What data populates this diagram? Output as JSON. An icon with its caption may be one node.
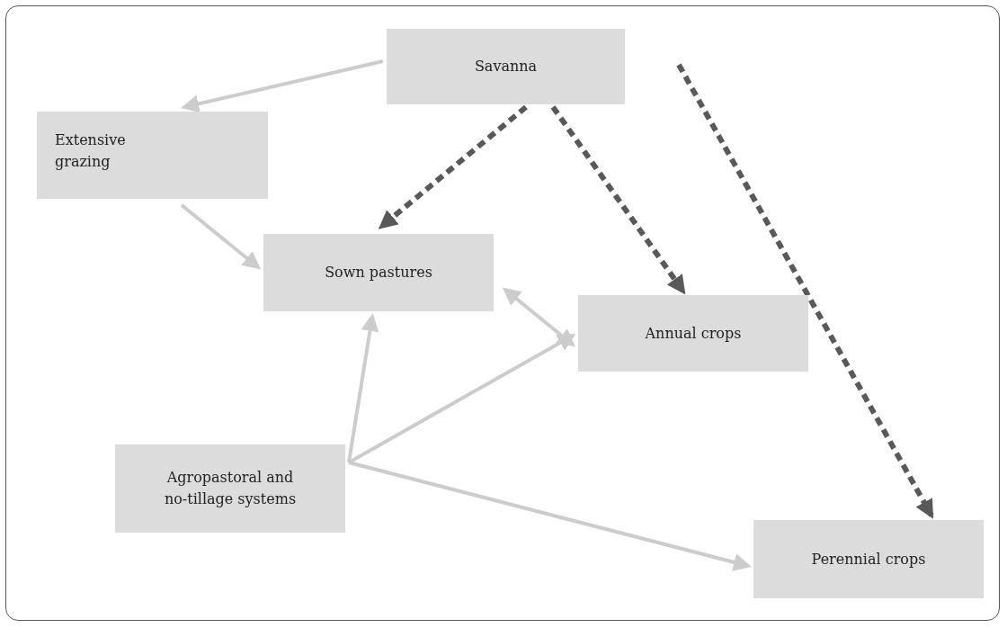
{
  "diagram": {
    "nodes": [
      {
        "text": [
          "Savanna"
        ]
      },
      {
        "text": [
          "Extensive grazing"
        ]
      },
      {
        "text": [
          "Sown pastures"
        ]
      },
      {
        "text": [
          "Annual crops"
        ]
      },
      {
        "text": [
          "Agropastoral and no-tillage systems"
        ]
      },
      {
        "text": [
          "Perennial crops"
        ]
      }
    ],
    "edges": [
      {
        "from": 0,
        "to": 1,
        "arrow": "to"
      },
      {
        "from": 0,
        "to": 2,
        "arrow": "to",
        "style": "dashed",
        "color": "#595959"
      },
      {
        "from": 0,
        "to": 3,
        "arrow": "to",
        "style": "dashed",
        "color": "#595959"
      },
      {
        "from": 0,
        "to": 5,
        "arrow": "to",
        "style": "dashed",
        "color": "#595959"
      },
      {
        "from": 1,
        "to": 2,
        "arrow": "to"
      },
      {
        "from": 2,
        "to": 3,
        "arrow": "both"
      },
      {
        "from": 4,
        "to": 2,
        "arrow": "to"
      },
      {
        "from": 4,
        "to": 3,
        "arrow": "to"
      },
      {
        "from": 4,
        "to": 5,
        "arrow": "to"
      }
    ]
  }
}
